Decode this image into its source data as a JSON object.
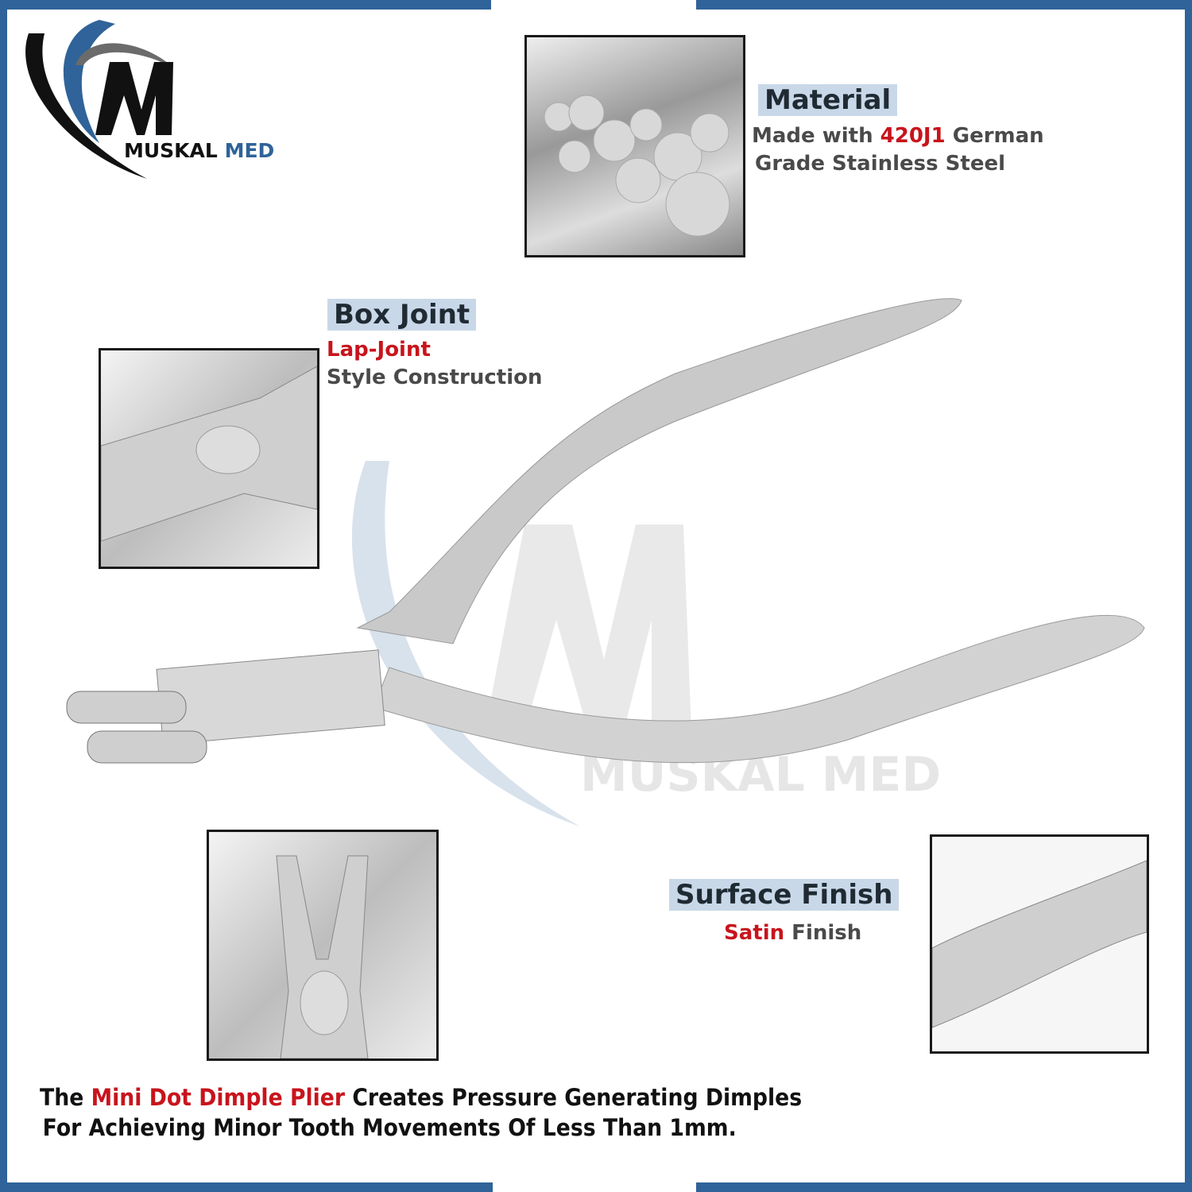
{
  "brand": {
    "name_part1": "MUSKAL",
    "name_part2": "MED",
    "accent_color": "#2f6399"
  },
  "watermark": {
    "text": "MUSKAL MED"
  },
  "features": [
    {
      "title": "Material",
      "line1_prefix": "Made with ",
      "line1_highlight": "420J1",
      "line1_suffix": " German",
      "line2": "Grade Stainless Steel"
    },
    {
      "title": "Box Joint",
      "line1_highlight": "Lap-Joint",
      "line2": "Style Construction"
    },
    {
      "title": "Surface Finish",
      "line1_highlight": "Satin",
      "line1_suffix": " Finish"
    }
  ],
  "caption": {
    "prefix": "The ",
    "highlight": "Mini Dot Dimple Plier",
    "suffix": " Creates Pressure Generating Dimples",
    "line2": "For Achieving Minor Tooth Movements Of Less Than 1mm."
  },
  "colors": {
    "highlight": "#c8141c",
    "heading_bg": "#c9d8e8"
  }
}
